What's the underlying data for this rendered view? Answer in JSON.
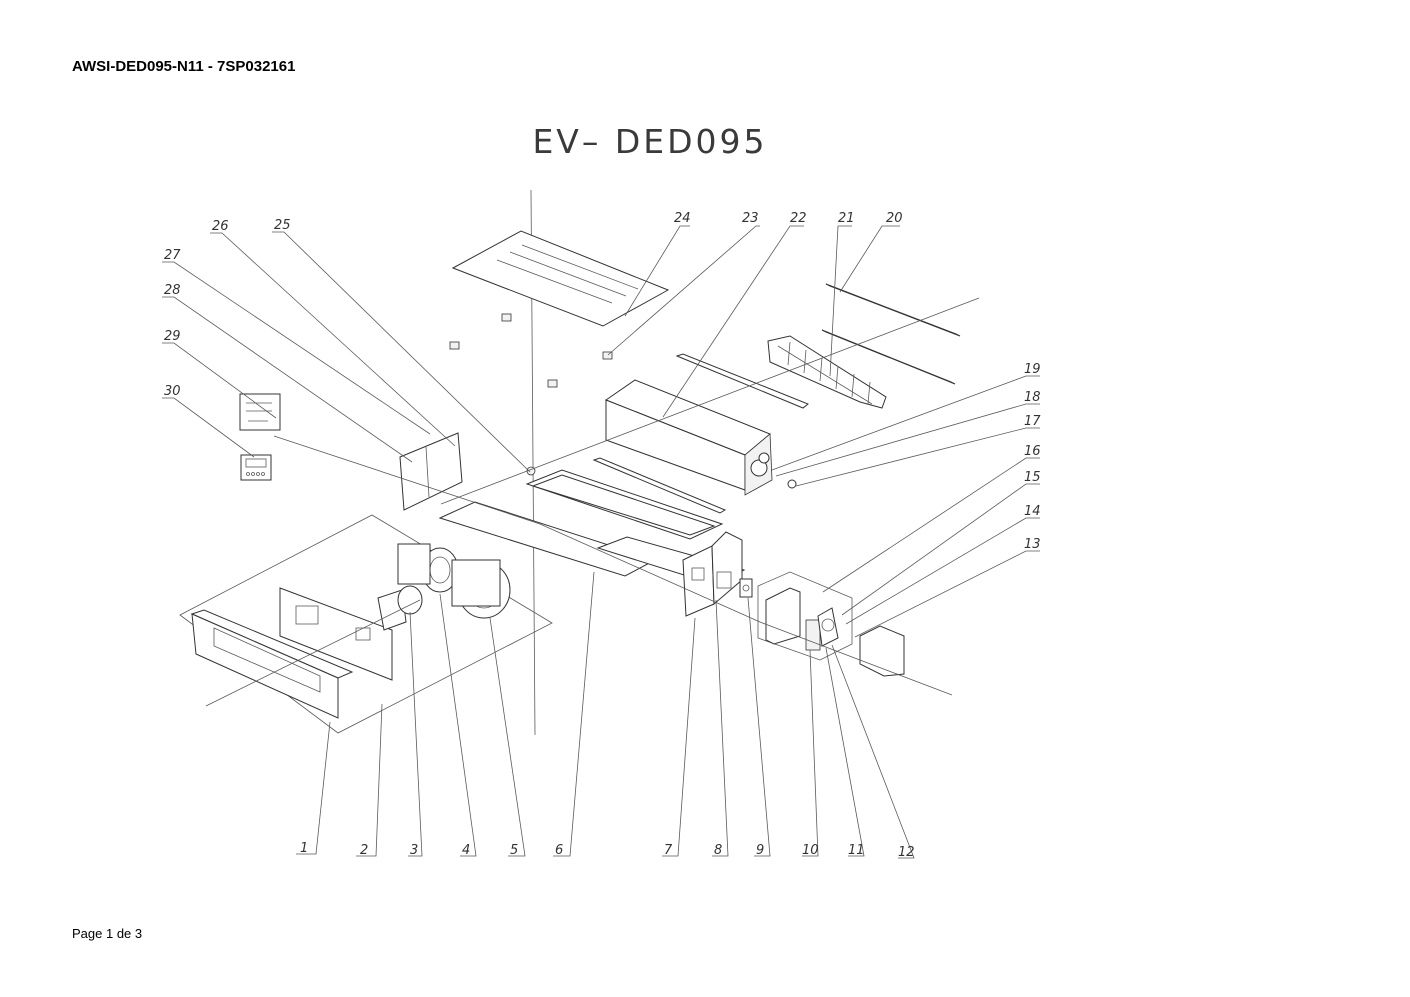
{
  "header": "AWSI-DED095-N11 - 7SP032161",
  "model_title": "EV– DED095",
  "footer": "Page 1 de 3",
  "part_labels": [
    "1",
    "2",
    "3",
    "4",
    "5",
    "6",
    "7",
    "8",
    "9",
    "10",
    "11",
    "12",
    "13",
    "14",
    "15",
    "16",
    "17",
    "18",
    "19",
    "20",
    "21",
    "22",
    "23",
    "24",
    "25",
    "26",
    "27",
    "28",
    "29",
    "30"
  ]
}
